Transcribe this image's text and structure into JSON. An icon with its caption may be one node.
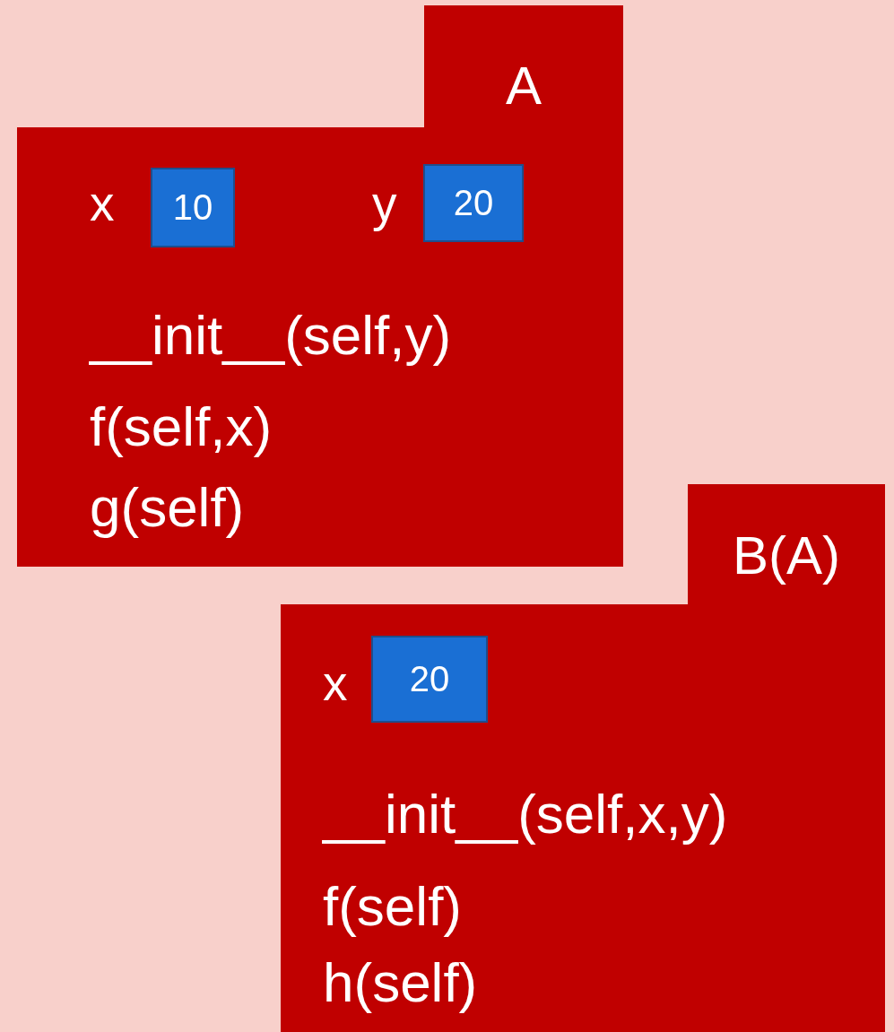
{
  "diagram": {
    "nodes": [
      {
        "text": [
          "A",
          "__init__(self,y)",
          "f(self,x)",
          "g(self)"
        ]
      },
      {
        "text": [
          "10"
        ],
        "in": 0,
        "beside": [
          "x"
        ]
      },
      {
        "text": [
          "20"
        ],
        "in": 0,
        "beside": [
          "y"
        ]
      },
      {
        "text": [
          "B(A)",
          "__init__(self,x,y)",
          "f(self)",
          "h(self)"
        ]
      },
      {
        "text": [
          "20"
        ],
        "in": 3,
        "beside": [
          "x"
        ]
      }
    ],
    "edges": []
  }
}
